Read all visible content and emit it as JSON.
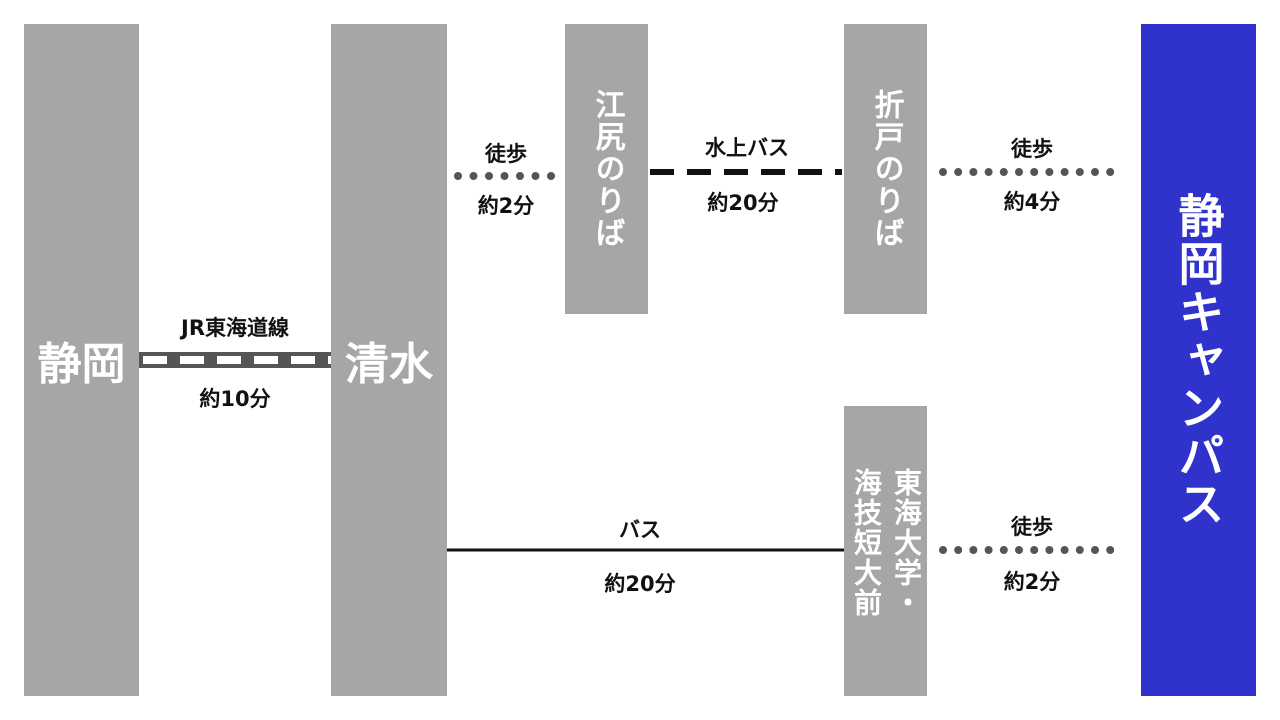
{
  "stations": {
    "shizuoka": "静岡",
    "shimizu": "清水",
    "ejiri": "江尻のりば",
    "orido": "折戸のりば",
    "tankidai_line1": "東海大学・",
    "tankidai_line2": "海技短大前",
    "campus": "静岡キャンパス"
  },
  "routes": {
    "jr": {
      "name": "JR東海道線",
      "time": "約10分"
    },
    "walk_ejiri": {
      "name": "徒歩",
      "time": "約2分"
    },
    "water_bus": {
      "name": "水上バス",
      "time": "約20分"
    },
    "walk_orido": {
      "name": "徒歩",
      "time": "約4分"
    },
    "bus": {
      "name": "バス",
      "time": "約20分"
    },
    "walk_tankidai": {
      "name": "徒歩",
      "time": "約2分"
    }
  },
  "colors": {
    "station": "#a6a6a6",
    "campus": "#2f33cc",
    "line": "#111111",
    "rail": "#555555"
  }
}
